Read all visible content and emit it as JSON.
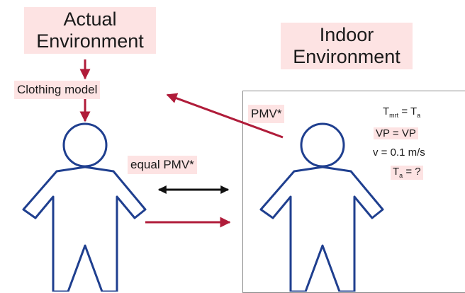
{
  "colors": {
    "highlight": "#fde3e3",
    "arrow_red": "#b01c3a",
    "figure_blue": "#1f3f8f",
    "arrow_black": "#111111",
    "box_border": "#8a8a8a"
  },
  "labels": {
    "actual_environment": "Actual Environment",
    "indoor_environment": "Indoor Environment",
    "clothing_model": "Clothing model",
    "equal_pmv": "equal PMV*",
    "pmv": "PMV*"
  },
  "conditions": {
    "tmrt": {
      "lhs": "T",
      "lhs_sub": "mrt",
      "rhs": "T",
      "rhs_sub": "a"
    },
    "vp": "VP = VP",
    "velocity": "v = 0.1 m/s",
    "ta": {
      "lhs": "T",
      "lhs_sub": "a",
      "rhs": "?"
    }
  }
}
